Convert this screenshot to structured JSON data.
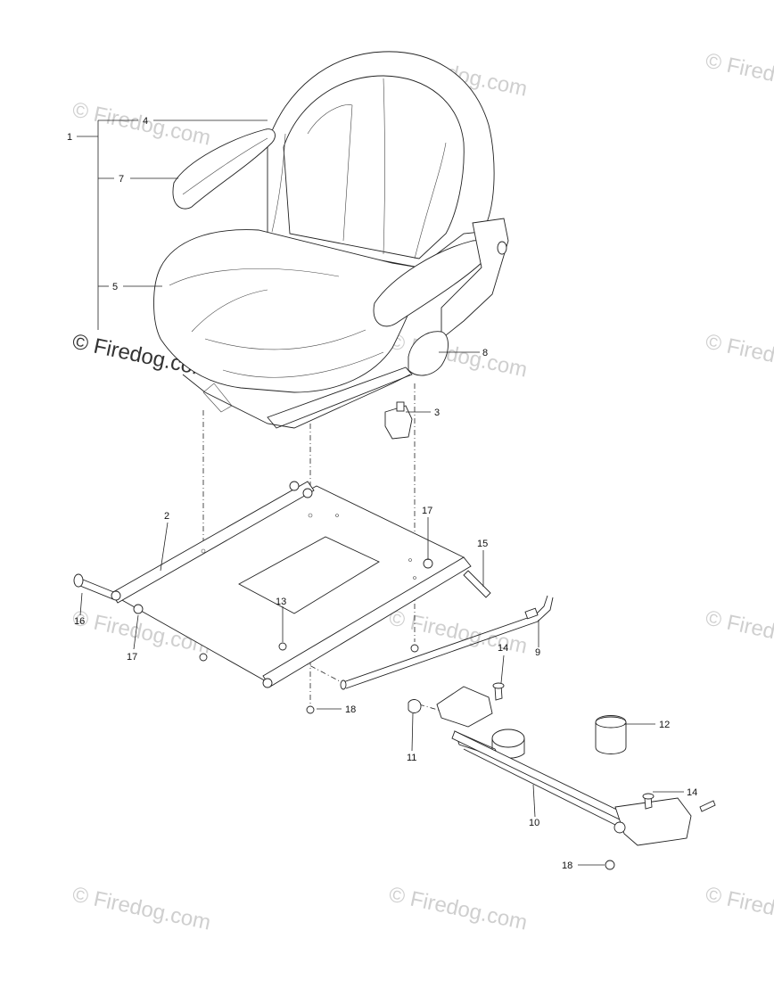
{
  "watermark": {
    "text": "© Firedog.com",
    "color_light": "#cfcfcf",
    "color_dark": "#333333"
  },
  "callouts": {
    "c1": "1",
    "c2": "2",
    "c3": "3",
    "c4": "4",
    "c5": "5",
    "c6_7": "7",
    "c8": "8",
    "c9": "9",
    "c10": "10",
    "c11": "11",
    "c12": "12",
    "c13": "13",
    "c14a": "14",
    "c14b": "14",
    "c15": "15",
    "c16": "16",
    "c17a": "17",
    "c17b": "17",
    "c18a": "18",
    "c18b": "18"
  },
  "colors": {
    "line": "#222222",
    "background": "#ffffff"
  }
}
